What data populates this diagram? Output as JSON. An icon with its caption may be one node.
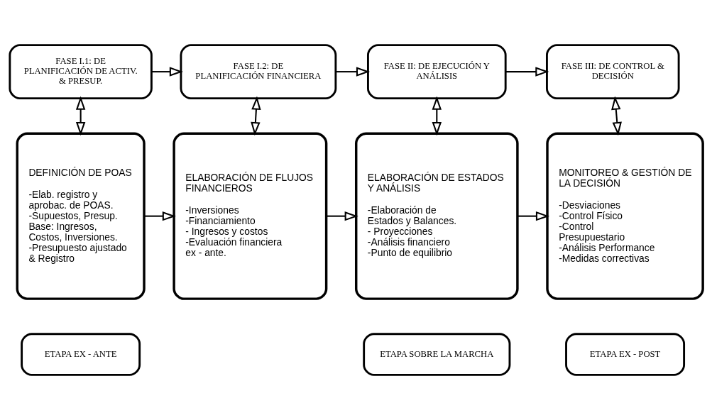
{
  "diagram": {
    "nodes": [
      {
        "text": [
          "FASE I.1: DE PLANIFICACIÓN DE ACTIV. & PRESUP."
        ]
      },
      {
        "text": [
          "FASE I.2: DE PLANIFICACIÓN FINANCIERA"
        ]
      },
      {
        "text": [
          "FASE II: DE EJECUCIÓN Y ANÁLISIS"
        ]
      },
      {
        "text": [
          "FASE III: DE CONTROL & DECISIÓN"
        ]
      },
      {
        "text": [
          "DEFINICIÓN DE POAS",
          "-Elab. registro y aprobac. de POAS.",
          "-Supuestos, Presup. Base: Ingresos, Costos, Inversiones.",
          "-Presupuesto ajustado & Registro"
        ]
      },
      {
        "text": [
          "ELABORACIÓN DE FLUJOS FINANCIEROS",
          "-Inversiones",
          "-Financiamiento",
          "- Ingresos y costos",
          "-Evaluación financiera ex - ante."
        ]
      },
      {
        "text": [
          "ELABORACIÓN DE ESTADOS Y ANÁLISIS",
          "-Elaboración de Estados y Balances.",
          "- Proyecciones",
          "-Análisis financiero",
          "-Punto de equilibrio"
        ]
      },
      {
        "text": [
          "MONITOREO & GESTIÓN DE LA DECISIÓN",
          "-Desviaciones",
          "-Control Físico",
          "-Control Presupuestario",
          "-Análisis Performance",
          "-Medidas correctivas"
        ]
      },
      {
        "text": [
          "ETAPA EX - ANTE"
        ]
      },
      {
        "text": [
          "ETAPA SOBRE LA MARCHA"
        ]
      },
      {
        "text": [
          "ETAPA EX - POST"
        ]
      }
    ],
    "edges": [
      {
        "from": 0,
        "to": 1,
        "arrow": "to"
      },
      {
        "from": 1,
        "to": 2,
        "arrow": "to"
      },
      {
        "from": 2,
        "to": 3,
        "arrow": "to"
      },
      {
        "from": 0,
        "to": 4,
        "arrow": "both"
      },
      {
        "from": 1,
        "to": 5,
        "arrow": "both"
      },
      {
        "from": 2,
        "to": 6,
        "arrow": "both"
      },
      {
        "from": 3,
        "to": 7,
        "arrow": "both"
      },
      {
        "from": 4,
        "to": 5,
        "arrow": "to"
      },
      {
        "from": 5,
        "to": 6,
        "arrow": "to"
      },
      {
        "from": 6,
        "to": 7,
        "arrow": "to"
      }
    ]
  }
}
